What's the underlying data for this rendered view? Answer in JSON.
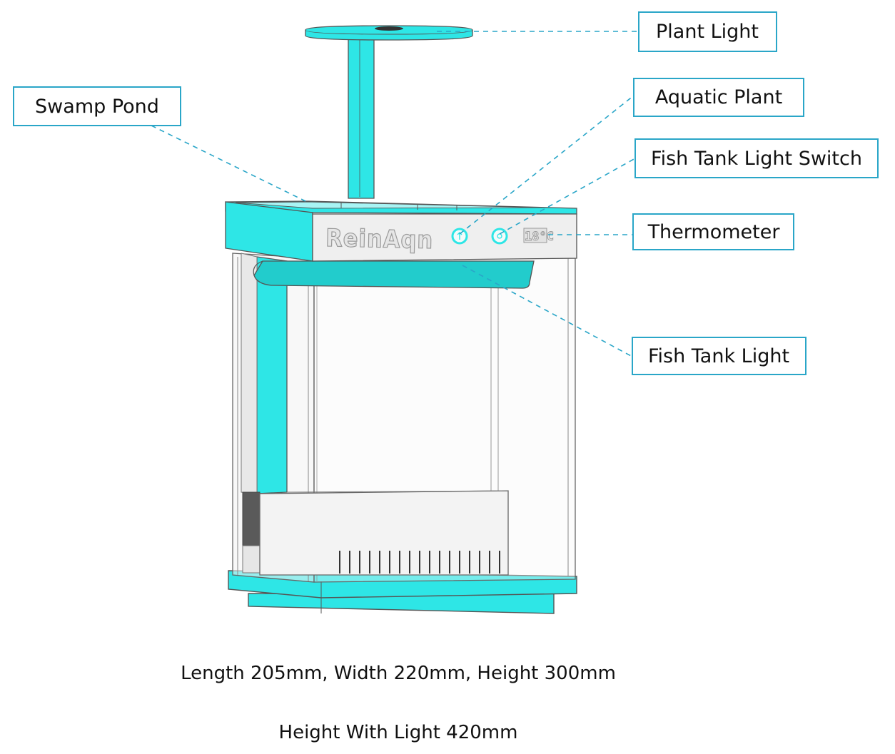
{
  "brand": "ReinAqn",
  "thermometer_display": "18°C",
  "callouts": {
    "plant_light": "Plant Light",
    "swamp_pond": "Swamp Pond",
    "aquatic_plant": "Aquatic Plant",
    "light_switch": "Fish Tank Light Switch",
    "thermometer": "Thermometer",
    "fish_tank_light": "Fish Tank Light"
  },
  "dimensions": {
    "line1": "Length 205mm, Width 220mm, Height 300mm",
    "line2": "Height With Light 420mm"
  },
  "colors": {
    "teal": "#2ee6e6",
    "teal_dark": "#14b8b8",
    "callout_border": "#2aa6c8",
    "leader_line": "#2aa6c8"
  }
}
